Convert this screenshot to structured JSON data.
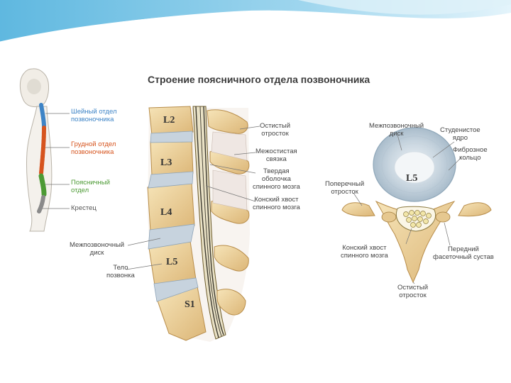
{
  "slide": {
    "title": "Строение поясничного отдела позвоночника",
    "accent_color": "#5fb8e0"
  },
  "body_outline": {
    "labels": {
      "cervical": [
        "Шейный отдел",
        "позвоночника"
      ],
      "thoracic": [
        "Грудной отдел",
        "позвоночника"
      ],
      "lumbar": [
        "Поясничный",
        "отдел"
      ],
      "sacrum": "Крестец"
    },
    "colors": {
      "cervical": "#3e84c6",
      "thoracic": "#d6541e",
      "lumbar": "#4c9a34",
      "sacrum": "#555555"
    }
  },
  "sagittal_view": {
    "vertebrae": [
      "L2",
      "L3",
      "L4",
      "L5",
      "S1"
    ],
    "labels": {
      "spinous_process": [
        "Остистый",
        "отросток"
      ],
      "interspinous_ligament": [
        "Межостистая",
        "связка"
      ],
      "dura_mater": [
        "Твердая",
        "оболочка",
        "спинного мозга"
      ],
      "cauda_equina": [
        "Конский хвост",
        "спинного мозга"
      ],
      "intervertebral_disc": [
        "Межпозвоночный",
        "диск"
      ],
      "vertebral_body": [
        "Тело",
        "позвонка"
      ]
    }
  },
  "axial_view": {
    "vertebra": "L5",
    "labels": {
      "disc": [
        "Межпозвоночный",
        "диск"
      ],
      "nucleus": [
        "Студенистое",
        "ядро"
      ],
      "annulus": [
        "Фиброзное",
        "кольцо"
      ],
      "transverse": [
        "Поперечный",
        "отросток"
      ],
      "cauda_equina": [
        "Конский хвост",
        "спинного мозга"
      ],
      "facet": [
        "Передний",
        "фасеточный сустав"
      ],
      "spinous": [
        "Остистый",
        "отросток"
      ]
    }
  }
}
